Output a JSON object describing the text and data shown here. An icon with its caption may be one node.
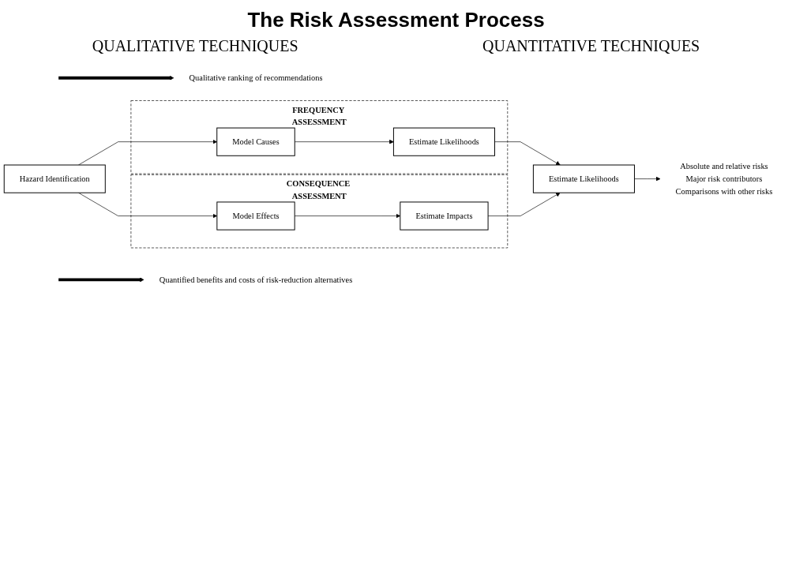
{
  "diagram": {
    "title": "The Risk Assessment Process",
    "nodes": [
      {
        "text": [
          "Hazard Identification"
        ]
      },
      {
        "text": [
          "FREQUENCY ASSESSMENT"
        ]
      },
      {
        "text": [
          "Model Causes"
        ],
        "in": 1
      },
      {
        "text": [
          "Estimate Likelihoods"
        ],
        "in": 1
      },
      {
        "text": [
          "CONSEQUENCE ASSESSMENT"
        ]
      },
      {
        "text": [
          "Model Effects"
        ],
        "in": 4
      },
      {
        "text": [
          "Estimate Impacts"
        ],
        "in": 4
      },
      {
        "text": [
          "Estimate Likelihoods"
        ]
      },
      {
        "text": [
          "Absolute and relative risks",
          "Major risk contributors",
          "Comparisons with other risks"
        ]
      },
      {
        "text": [
          "Qualitative ranking of recommendations"
        ]
      },
      {
        "text": [
          "Quantified benefits and costs of risk-reduction alternatives"
        ]
      }
    ],
    "edges": [
      {
        "from": 0,
        "to": 2,
        "arrow": "to"
      },
      {
        "from": 0,
        "to": 5,
        "arrow": "to"
      },
      {
        "from": 2,
        "to": 3,
        "arrow": "to"
      },
      {
        "from": 3,
        "to": 7,
        "arrow": "to"
      },
      {
        "from": 5,
        "to": 6,
        "arrow": "to"
      },
      {
        "from": 6,
        "to": 7,
        "arrow": "to"
      },
      {
        "from": 7,
        "to": 8,
        "arrow": "to"
      },
      {
        "from": null,
        "to": 9,
        "arrow": "to",
        "style": "thick"
      },
      {
        "from": null,
        "to": 10,
        "arrow": "to",
        "style": "thick"
      }
    ],
    "labels": [
      "QUALITATIVE TECHNIQUES",
      "QUANTITATIVE TECHNIQUES"
    ]
  }
}
